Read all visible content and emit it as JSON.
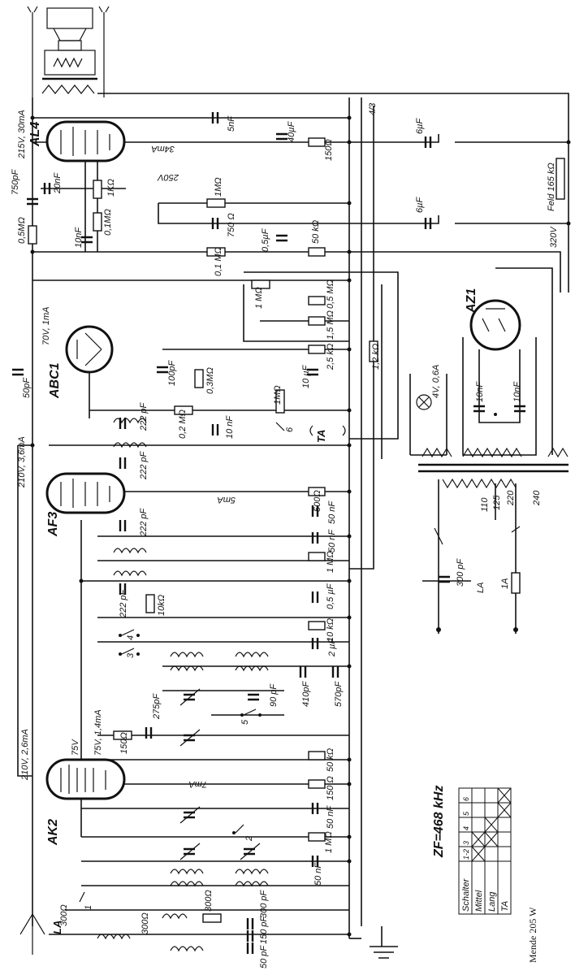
{
  "model_caption": "Mende 205 W",
  "intermediate_frequency": "ZF=468 kHz",
  "tubes": {
    "al4": {
      "name": "AL4",
      "voltage": "215V, 30mA",
      "current": "34mA"
    },
    "abc1": {
      "name": "ABC1",
      "voltage": "70V, 1mA"
    },
    "af3": {
      "name": "AF3",
      "voltage": "210V, 3,6mA",
      "current": "5mA"
    },
    "ak2": {
      "name": "AK2",
      "voltage": "210V, 2,6mA",
      "voltage2": "75V",
      "voltage3": "75V, 1,4mA",
      "current": "7mA"
    },
    "az1": {
      "name": "AZ1"
    }
  },
  "labels": {
    "v250": "250V",
    "v320": "320V",
    "feld": "Feld 165 kΩ",
    "lamp": "4V, 0,6A",
    "ta": "TA",
    "la": "LA",
    "wire_code": "4/3",
    "fuse": "1A"
  },
  "components": {
    "al4_5nf": "5nF",
    "al4_40uf": "40µF",
    "al4_150": "150Ω",
    "al4_20nf": "20nF",
    "al4_750pf": "750pF",
    "al4_1k": "1KΩ",
    "al4_1m": "1MΩ",
    "al4_05m": "0,5MΩ",
    "al4_10nf": "10nF",
    "al4_01m": "0,1MΩ",
    "al4_750": "750 Ω",
    "al4_05uf": "0,5µF",
    "al4_50k": "50 kΩ",
    "al4_01m_b": "0,1 MΩ",
    "filt_6uf_a": "6µF",
    "filt_6uf_b": "6µF",
    "abc_50pf": "50pF",
    "abc_1m": "1 MΩ",
    "abc_05m": "0,5 MΩ",
    "abc_15m": "1,5 MΩ",
    "abc_25k": "2,5 kΩ",
    "abc_10uf": "10 µF",
    "abc_100pf": "100pF",
    "abc_03m": "0,3MΩ",
    "abc_222pf": "222 pF",
    "abc_1m_pot": "1MΩ",
    "abc_02m": "0,2 MΩ",
    "abc_10nf": "10 nF",
    "abc_12k": "1,2 kΩ",
    "af3_222pf_a": "222 pF",
    "af3_500": "500Ω",
    "af3_50nf_a": "50 nF",
    "af3_50nf_b": "50 nF",
    "af3_222pf_b": "222 pF",
    "af3_1m": "1 MΩ",
    "af3_222pf_c": "222 pF",
    "af3_10k": "10kΩ",
    "af3_05uf": "0,5 µF",
    "ak_10k": "10 kΩ",
    "ak_2uf": "2 µF",
    "ak_90pf": "90 pF",
    "ak_410pf": "410pF",
    "ak_570pf": "570pF",
    "ak_150": "150Ω",
    "ak_275pf": "275pF",
    "ak_50k": "50 kΩ",
    "ak_150b": "150 Ω",
    "ak_50nf": "50 nF",
    "ak_1m": "1 MΩ",
    "ak_50nf_b": "50 nF",
    "ant_300_a": "300Ω",
    "ant_300_b": "300Ω",
    "ant_300_c": "300Ω",
    "ant_300pf": "300 pF",
    "ant_150pf": "150 pF",
    "ant_50pf": "50 pF",
    "psu_10nf_a": "10nF",
    "psu_10nf_b": "10nF",
    "la_300pf": "300 pF",
    "taps": [
      "110",
      "125",
      "220",
      "240"
    ]
  },
  "switch_numbers": [
    "1",
    "2",
    "3",
    "4",
    "5",
    "6"
  ],
  "switch_table": {
    "header": "Schalter",
    "columns": [
      "1-2",
      "3",
      "4",
      "5",
      "6"
    ],
    "rows": [
      {
        "label": "Mittel",
        "marks": [
          true,
          true,
          false,
          false,
          false
        ]
      },
      {
        "label": "Lang",
        "marks": [
          false,
          true,
          true,
          false,
          false
        ]
      },
      {
        "label": "TA",
        "marks": [
          false,
          false,
          false,
          true,
          true
        ]
      }
    ]
  }
}
